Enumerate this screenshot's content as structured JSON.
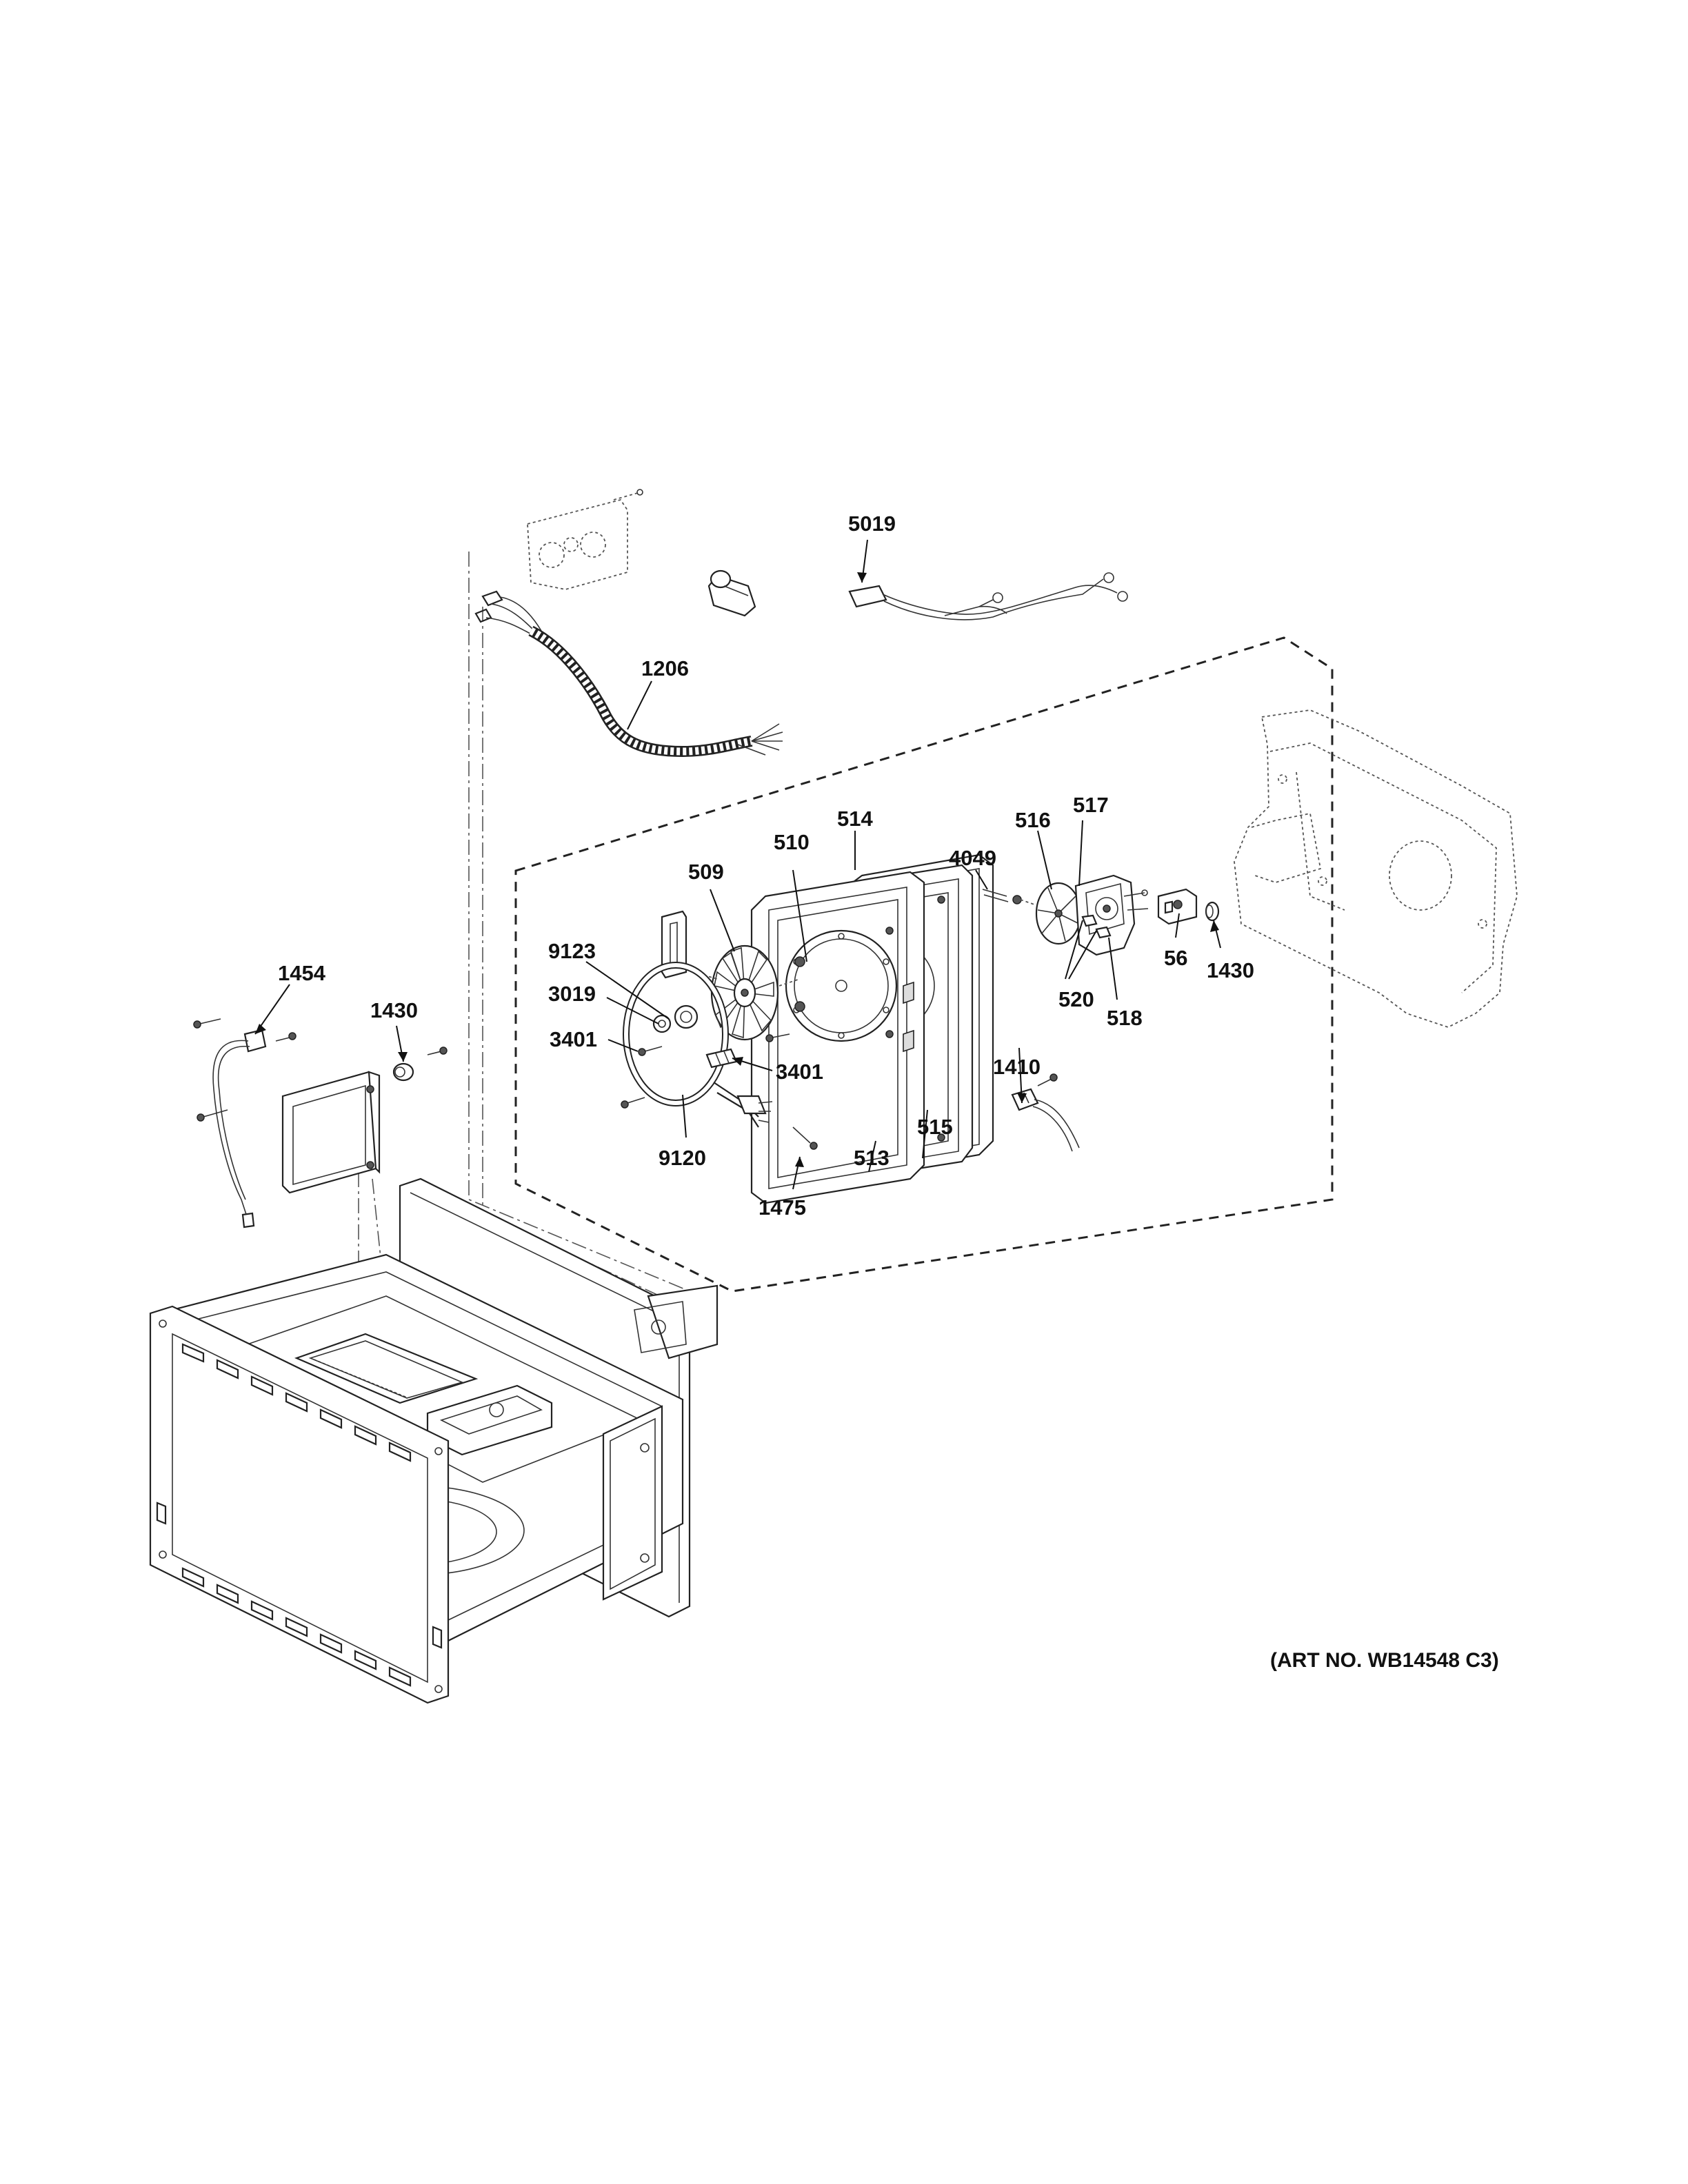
{
  "callouts": {
    "c5019": "5019",
    "c1206": "1206",
    "c514": "514",
    "c510": "510",
    "c509": "509",
    "c4049": "4049",
    "c516": "516",
    "c517": "517",
    "c9123": "9123",
    "c3019": "3019",
    "c3401a": "3401",
    "c3401b": "3401",
    "c9120": "9120",
    "c513": "513",
    "c515": "515",
    "c1475": "1475",
    "c1410": "1410",
    "c520": "520",
    "c518": "518",
    "c56": "56",
    "c1430r": "1430",
    "c1454": "1454",
    "c1430l": "1430"
  },
  "art_number": "(ART NO. WB14548 C3)"
}
